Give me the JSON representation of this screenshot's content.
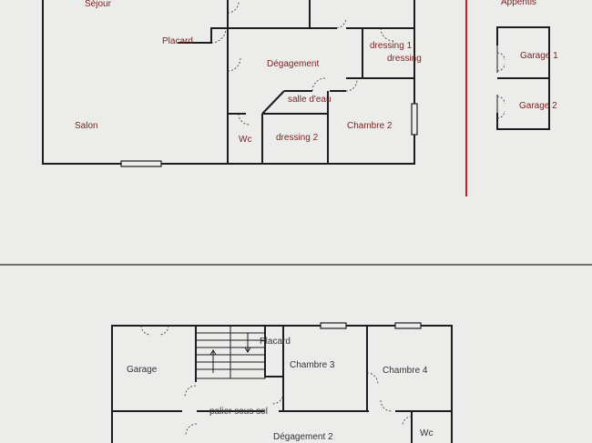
{
  "rooms": {
    "sejour": "Séjour",
    "placard": "Placard",
    "degagement": "Dégagement",
    "dressing1_a": "dressing 1",
    "dressing1_b": "dressing",
    "salle_deau": "salle d'eau",
    "salon": "Salon",
    "wc": "Wc",
    "dressing2": "dressing 2",
    "chambre2": "Chambre 2",
    "appentis": "Appentis",
    "garage1": "Garage 1",
    "garage2": "Garage 2",
    "garage": "Garage",
    "placard2": "Placard",
    "chambre3": "Chambre 3",
    "chambre4": "Chambre 4",
    "palier": "palier sous sol",
    "degagement2": "Dégagement 2",
    "wc2": "Wc"
  },
  "colors": {
    "background": "#ecedea",
    "walls": "#1c1c1c",
    "label_dark": "#333333",
    "label_red": "#7a1f1f",
    "divider_red": "#c0252b"
  }
}
